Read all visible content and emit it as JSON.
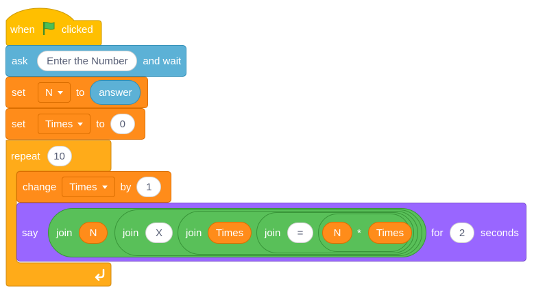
{
  "hat": {
    "when": "when",
    "clicked": "clicked",
    "flag_icon": "green-flag-icon"
  },
  "ask": {
    "label": "ask",
    "prompt": "Enter the Number",
    "suffix": "and wait"
  },
  "set_n": {
    "label": "set",
    "variable": "N",
    "to": "to",
    "value": "answer"
  },
  "set_times": {
    "label": "set",
    "variable": "Times",
    "to": "to",
    "value": "0"
  },
  "repeat": {
    "label": "repeat",
    "count": "10",
    "loop_icon": "loop-arrow-icon"
  },
  "change": {
    "label": "change",
    "variable": "Times",
    "by": "by",
    "value": "1"
  },
  "say": {
    "label": "say",
    "join": "join",
    "n": "N",
    "x": "X",
    "times": "Times",
    "eq": "=",
    "mul": "*",
    "for": "for",
    "secs": "2",
    "seconds": "seconds"
  },
  "colors": {
    "events": "#ffbf00",
    "sensing": "#5cb1d6",
    "variables": "#ff8c1a",
    "control": "#ffab19",
    "looks": "#9966ff",
    "operators": "#59c059"
  }
}
